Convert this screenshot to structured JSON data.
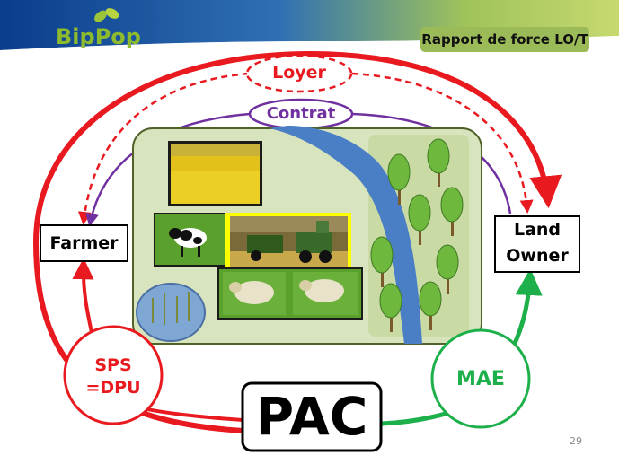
{
  "header": {
    "logo_text": "BipPop",
    "title": "Rapport de force LO/T"
  },
  "diagram": {
    "loyer": "Loyer",
    "contrat": "Contrat",
    "farmer": "Farmer",
    "owner_line1": "Land",
    "owner_line2": "Owner",
    "sps_line1": "SPS",
    "sps_line2": "=DPU",
    "mae": "MAE",
    "pac": "PAC"
  },
  "colors": {
    "red": "#e8191f",
    "purple": "#7030a0",
    "green": "#1db04a",
    "river": "#4a7fc6",
    "land": "#d7e4bd",
    "banner": "#9bbb59"
  },
  "footer": {
    "page_number": "29"
  }
}
